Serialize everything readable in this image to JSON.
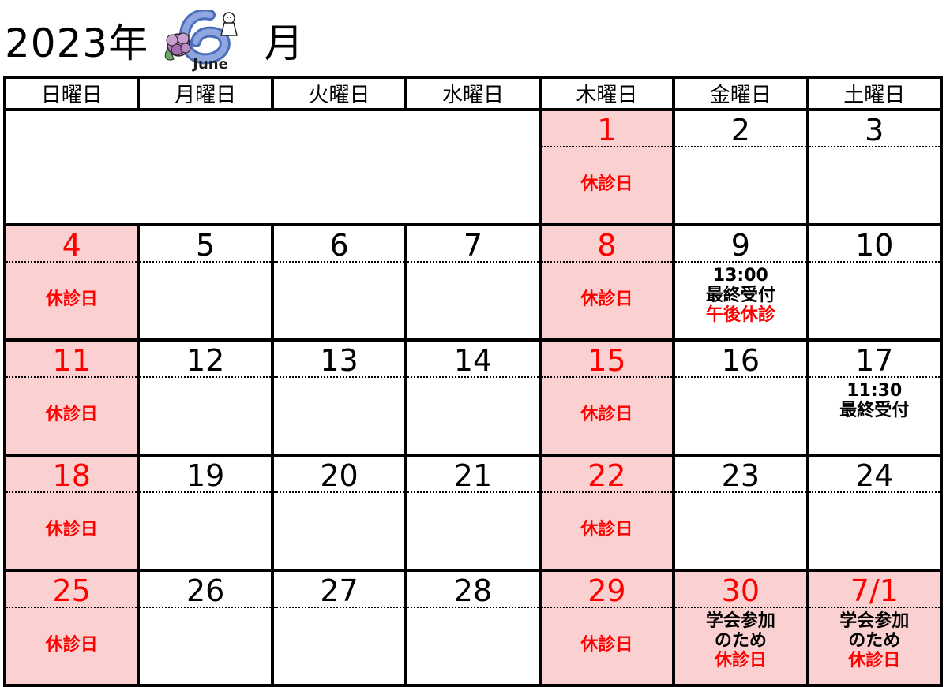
{
  "header": {
    "year": "2023年",
    "month_suffix": "月",
    "month_art_label": "June",
    "month_art_icon": "hydrangea-six-icon"
  },
  "weekdays": [
    "日曜日",
    "月曜日",
    "火曜日",
    "水曜日",
    "木曜日",
    "金曜日",
    "土曜日"
  ],
  "colors": {
    "closed_bg": "#fbd0d0",
    "closed_text": "#ff0000",
    "grid": "#000000"
  },
  "weeks": [
    [
      {
        "day": "",
        "closed": false
      },
      {
        "day": "",
        "closed": false
      },
      {
        "day": "",
        "closed": false
      },
      {
        "day": "",
        "closed": false
      },
      {
        "day": "1",
        "closed": true,
        "note": "休診日"
      },
      {
        "day": "2",
        "closed": false
      },
      {
        "day": "3",
        "closed": false
      }
    ],
    [
      {
        "day": "4",
        "closed": true,
        "note": "休診日"
      },
      {
        "day": "5",
        "closed": false
      },
      {
        "day": "6",
        "closed": false
      },
      {
        "day": "7",
        "closed": false
      },
      {
        "day": "8",
        "closed": true,
        "note": "休診日"
      },
      {
        "day": "9",
        "closed": false,
        "info_time": "13:00",
        "info_text": "最終受付",
        "info_red": "午後休診"
      },
      {
        "day": "10",
        "closed": false
      }
    ],
    [
      {
        "day": "11",
        "closed": true,
        "note": "休診日"
      },
      {
        "day": "12",
        "closed": false
      },
      {
        "day": "13",
        "closed": false
      },
      {
        "day": "14",
        "closed": false
      },
      {
        "day": "15",
        "closed": true,
        "note": "休診日"
      },
      {
        "day": "16",
        "closed": false
      },
      {
        "day": "17",
        "closed": false,
        "info_time": "11:30",
        "info_text": "最終受付"
      }
    ],
    [
      {
        "day": "18",
        "closed": true,
        "note": "休診日"
      },
      {
        "day": "19",
        "closed": false
      },
      {
        "day": "20",
        "closed": false
      },
      {
        "day": "21",
        "closed": false
      },
      {
        "day": "22",
        "closed": true,
        "note": "休診日"
      },
      {
        "day": "23",
        "closed": false
      },
      {
        "day": "24",
        "closed": false
      }
    ],
    [
      {
        "day": "25",
        "closed": true,
        "note": "休診日"
      },
      {
        "day": "26",
        "closed": false
      },
      {
        "day": "27",
        "closed": false
      },
      {
        "day": "28",
        "closed": false
      },
      {
        "day": "29",
        "closed": true,
        "note": "休診日"
      },
      {
        "day": "30",
        "closed": true,
        "info_text": "学会参加",
        "info_text2": "のため",
        "info_red": "休診日"
      },
      {
        "day": "7/1",
        "closed": true,
        "info_text": "学会参加",
        "info_text2": "のため",
        "info_red": "休診日"
      }
    ]
  ]
}
